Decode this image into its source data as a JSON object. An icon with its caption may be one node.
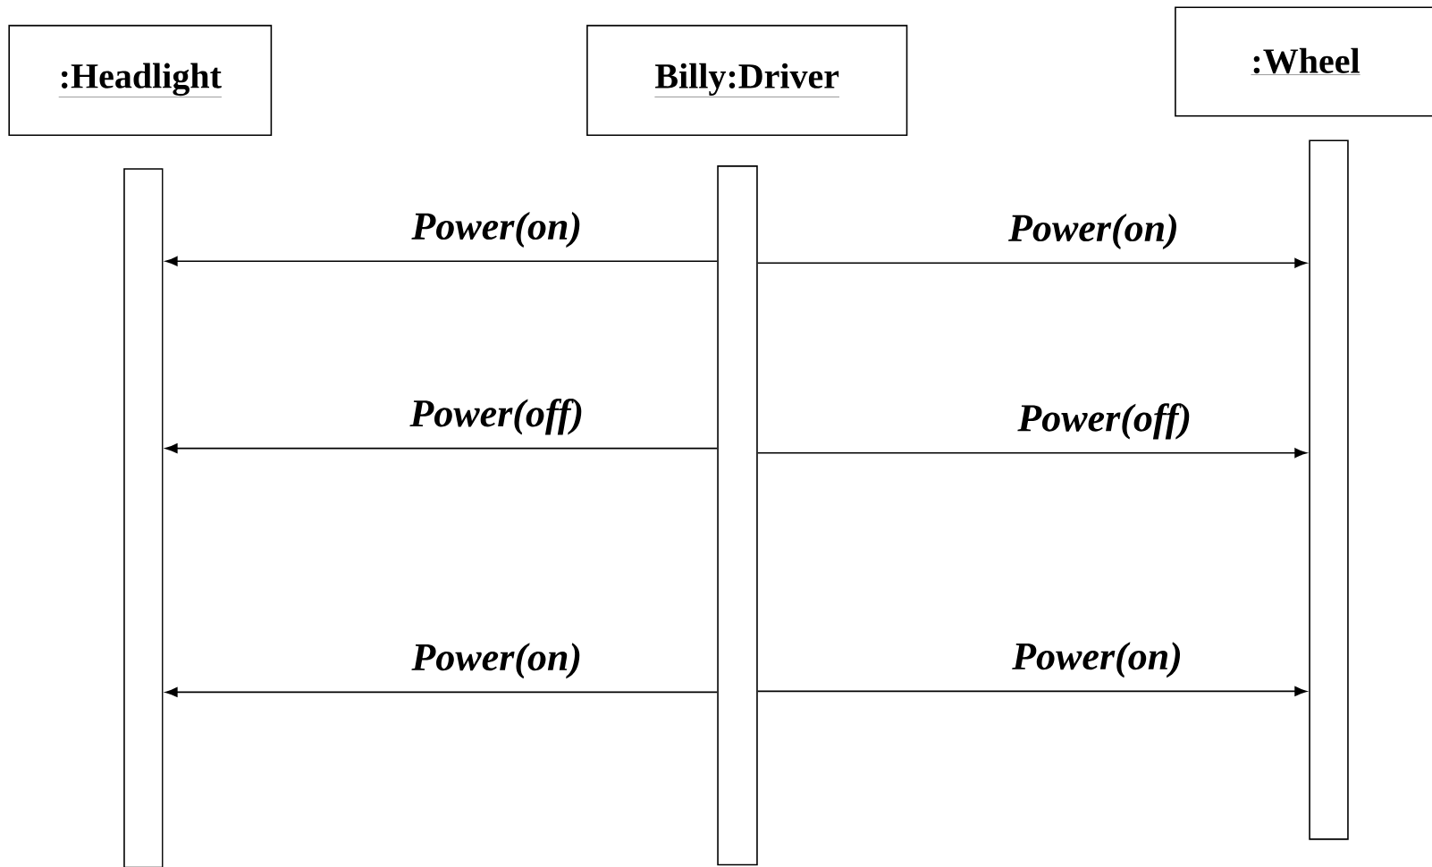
{
  "diagram": {
    "nodes": [
      {
        "text": [
          ":Headlight"
        ]
      },
      {
        "text": [
          "Billy:Driver"
        ]
      },
      {
        "text": [
          ":Wheel"
        ]
      },
      {
        "text": [],
        "shape": "bar"
      },
      {
        "text": [],
        "shape": "bar"
      },
      {
        "text": [],
        "shape": "bar"
      }
    ],
    "edges": [
      {
        "from": 4,
        "to": 3,
        "arrow": "to",
        "label": "Power(on)"
      },
      {
        "from": 4,
        "to": 5,
        "arrow": "to",
        "label": "Power(on)"
      },
      {
        "from": 4,
        "to": 3,
        "arrow": "to",
        "label": "Power(off)"
      },
      {
        "from": 4,
        "to": 5,
        "arrow": "to",
        "label": "Power(off)"
      },
      {
        "from": 4,
        "to": 3,
        "arrow": "to",
        "label": "Power(on)"
      },
      {
        "from": 4,
        "to": 5,
        "arrow": "to",
        "label": "Power(on)"
      }
    ]
  }
}
